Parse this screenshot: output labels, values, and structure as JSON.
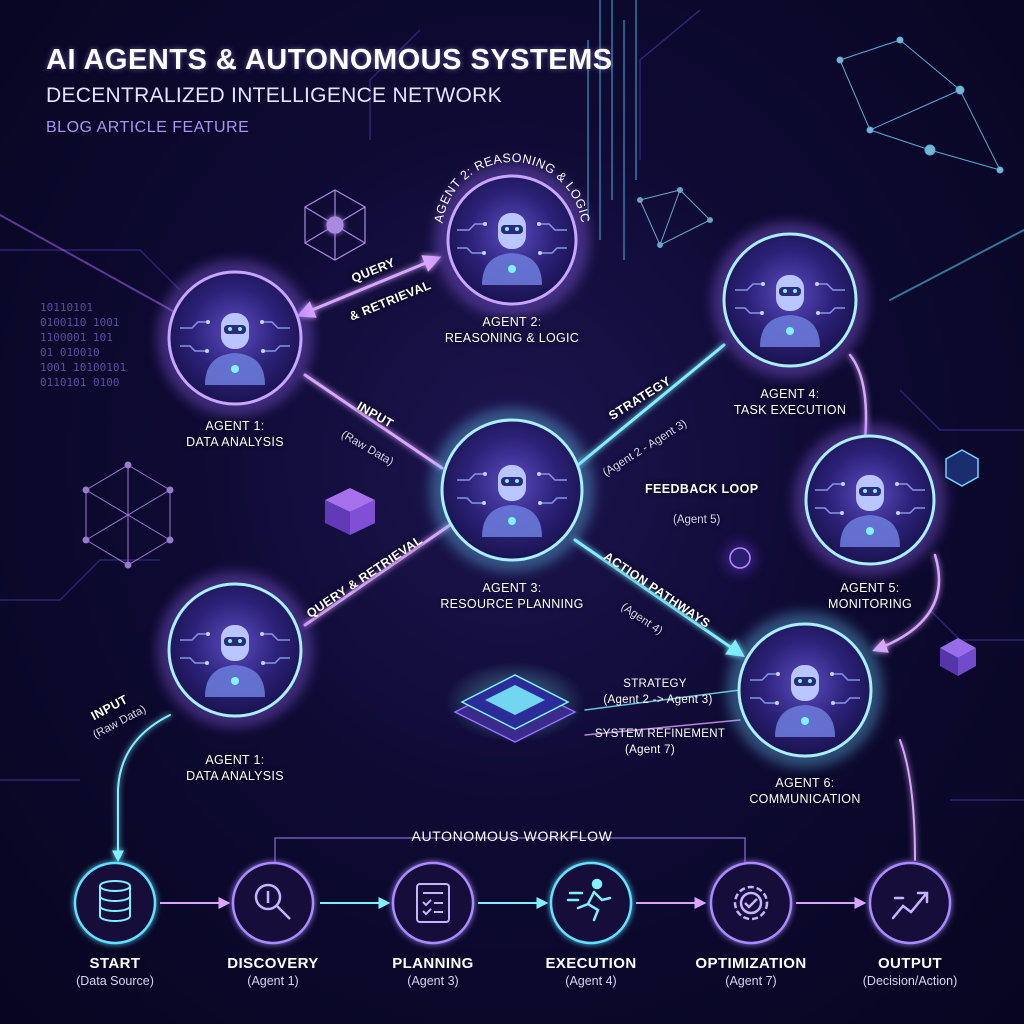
{
  "header": {
    "title": "AI AGENTS & AUTONOMOUS SYSTEMS",
    "subtitle": "DECENTRALIZED INTELLIGENCE NETWORK",
    "badge": "BLOG ARTICLE FEATURE"
  },
  "nodes": {
    "agent1_top": {
      "line1": "AGENT 1:",
      "line2": "DATA ANALYSIS"
    },
    "agent2": {
      "line1": "AGENT 2:",
      "line2": "REASONING & LOGIC",
      "ring": "AGENT 2: REASONING & LOGIC"
    },
    "agent3": {
      "line1": "AGENT 3:",
      "line2": "RESOURCE PLANNING"
    },
    "agent4": {
      "line1": "AGENT 4:",
      "line2": "TASK EXECUTION"
    },
    "agent5": {
      "line1": "AGENT 5:",
      "line2": "MONITORING"
    },
    "agent1_bottom": {
      "line1": "AGENT 1:",
      "line2": "DATA ANALYSIS"
    },
    "agent6": {
      "line1": "AGENT 6:",
      "line2": "COMMUNICATION"
    }
  },
  "edges": {
    "query_top": {
      "line1": "QUERY",
      "line2": "& RETRIEVAL"
    },
    "input_top": {
      "label": "INPUT",
      "sub": "(Raw Data)"
    },
    "strategy_top": {
      "label": "STRATEGY",
      "sub": "(Agent 2 - Agent 3)"
    },
    "feedback": {
      "label": "FEEDBACK LOOP",
      "sub": "(Agent 5)"
    },
    "query_bottom": {
      "label": "QUERY & RETRIEVAL"
    },
    "action": {
      "label": "ACTION PATHWAYS",
      "sub": "(Agent 4)"
    },
    "input_bottom": {
      "label": "INPUT",
      "sub": "(Raw Data)"
    },
    "strategy_center": {
      "label": "STRATEGY",
      "sub": "(Agent 2 -> Agent 3)"
    },
    "refinement": {
      "label": "SYSTEM REFINEMENT",
      "sub": "(Agent 7)"
    }
  },
  "workflow": {
    "title": "AUTONOMOUS WORKFLOW",
    "steps": [
      {
        "name": "START",
        "sub": "(Data Source)",
        "icon": "database-icon"
      },
      {
        "name": "DISCOVERY",
        "sub": "(Agent 1)",
        "icon": "magnifier-icon"
      },
      {
        "name": "PLANNING",
        "sub": "(Agent 3)",
        "icon": "checklist-icon"
      },
      {
        "name": "EXECUTION",
        "sub": "(Agent 4)",
        "icon": "running-icon"
      },
      {
        "name": "OPTIMIZATION",
        "sub": "(Agent 7)",
        "icon": "gear-check-icon"
      },
      {
        "name": "OUTPUT",
        "sub": "(Decision/Action)",
        "icon": "trend-arrow-icon"
      }
    ]
  },
  "decor": {
    "binary": [
      "10110101",
      "0100110 1001",
      "1100001 101",
      "01 010010",
      "1001 10100101",
      "0110101 0100"
    ]
  },
  "colors": {
    "cyan": "#5ee3ff",
    "violet": "#b06bff",
    "magenta": "#d98bff",
    "node_fill": "#2a1f6e",
    "background": "#0e0a33"
  }
}
